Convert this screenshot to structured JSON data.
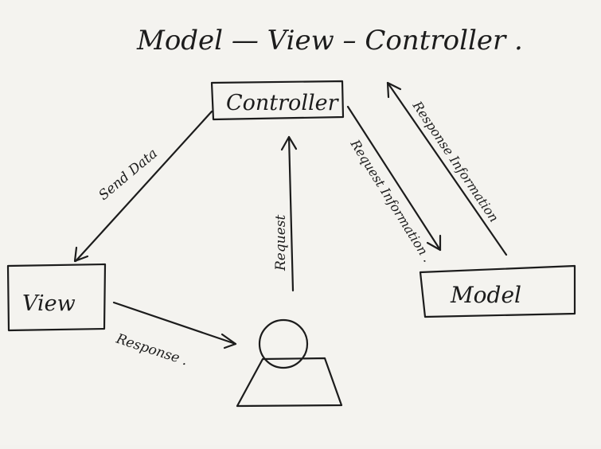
{
  "diagram": {
    "title": "Model — View – Controller .",
    "nodes": {
      "controller": "Controller",
      "view": "View",
      "model": "Model"
    },
    "edges": {
      "send_data": "Send Data",
      "request": "Request",
      "request_information": "Request Information .",
      "response_information": "Response Information",
      "response": "Response ."
    },
    "icons": {
      "user": "user-icon"
    },
    "colors": {
      "ink": "#1c1c1c",
      "paper": "#f4f3ef"
    }
  }
}
